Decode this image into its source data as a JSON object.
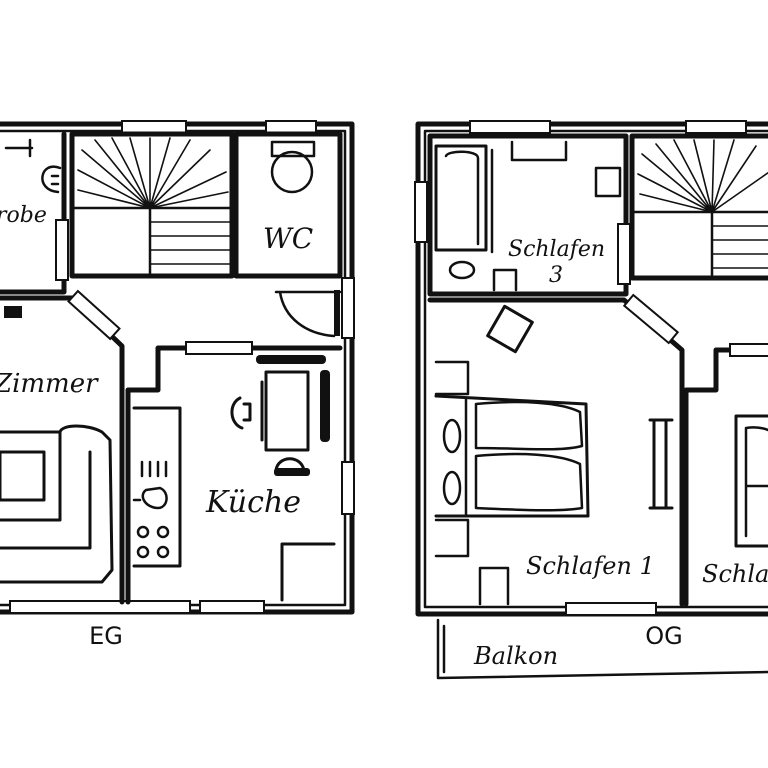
{
  "plan": {
    "eg": {
      "floor_label": "EG",
      "rooms": {
        "garderobe": "robe",
        "wc": "WC",
        "wohnzimmer": "Zimmer",
        "kueche": "Küche"
      }
    },
    "og": {
      "floor_label": "OG",
      "rooms": {
        "schlafen3_a": "Schlafen",
        "schlafen3_b": "3",
        "schlafen1": "Schlafen 1",
        "schlafen2": "Schla",
        "balkon": "Balkon"
      }
    }
  }
}
